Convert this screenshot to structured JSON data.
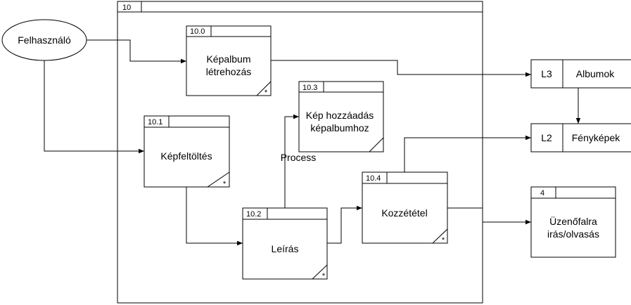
{
  "diagram": {
    "outer": {
      "id": "10"
    },
    "actor": {
      "label": "Felhasználó"
    },
    "processes": [
      {
        "key": "p100",
        "id": "10.0",
        "lines": [
          "Képalbum",
          "létrehozás"
        ],
        "star": "*"
      },
      {
        "key": "p101",
        "id": "10.1",
        "lines": [
          "Képfeltöltés"
        ],
        "star": "*"
      },
      {
        "key": "p102",
        "id": "10.2",
        "lines": [
          "Leírás"
        ],
        "star": "*"
      },
      {
        "key": "p103",
        "id": "10.3",
        "lines": [
          "Kép hozzáadás",
          "képalbumhoz"
        ],
        "star": ""
      },
      {
        "key": "p104",
        "id": "10.4",
        "lines": [
          "Kozzététel"
        ],
        "star": "*"
      }
    ],
    "stores": [
      {
        "key": "s_l3",
        "id": "L3",
        "label": "Albumok"
      },
      {
        "key": "s_l2",
        "id": "L2",
        "label": "Fényképek"
      }
    ],
    "external_process": {
      "id": "4",
      "lines": [
        "Üzenőfalra",
        "irás/olvasás"
      ]
    },
    "flow_label": "Process"
  }
}
